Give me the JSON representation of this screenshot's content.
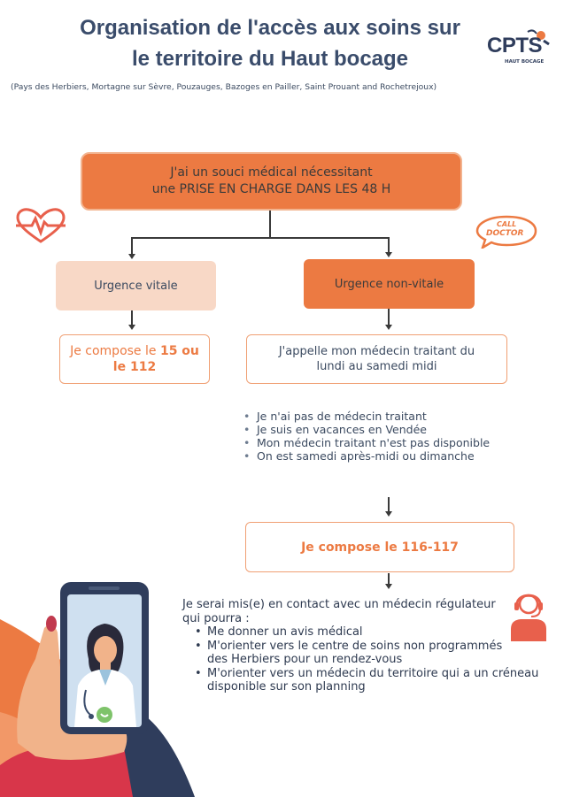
{
  "header": {
    "title_line1": "Organisation de l'accès aux soins sur",
    "title_line2": "le territoire du Haut bocage",
    "subtitle": "(Pays des Herbiers, Mortagne sur Sèvre, Pouzauges, Bazoges en Pailler, Saint Prouant and Rochetrejoux)",
    "logo_text": "CPTS",
    "logo_sub": "HAUT BOCAGE"
  },
  "flow": {
    "main_line1": "J'ai un souci médical nécessitant",
    "main_line2": "une PRISE EN CHARGE DANS LES 48 H",
    "urgence_vitale": "Urgence vitale",
    "urgence_non_vitale": "Urgence non-vitale",
    "compose15_prefix": "Je compose le ",
    "compose15_num": "15 ou",
    "compose15_line2": "le 112",
    "appelle_line1": "J'appelle mon médecin traitant du",
    "appelle_line2": "lundi au samedi midi",
    "reasons": [
      "Je n'ai pas de médecin traitant",
      "Je suis en vacances en Vendée",
      "Mon médecin traitant n'est pas disponible",
      "On est samedi après-midi ou dimanche"
    ],
    "compose116": "Je compose le 116-117",
    "result_intro": "Je serai mis(e) en contact avec un médecin régulateur qui pourra :",
    "result_items": [
      "Me donner un avis médical",
      "M'orienter vers le centre de soins non programmés des Herbiers pour un rendez-vous",
      "M'orienter vers un médecin du territoire qui a un créneau disponible sur son planning"
    ]
  },
  "badges": {
    "call_doctor_line1": "CALL",
    "call_doctor_line2": "DOCTOR"
  },
  "colors": {
    "accent": "#ec7a42",
    "accent_light": "#f8d8c6",
    "title": "#3a4c6b",
    "navy": "#2f3d5c"
  },
  "icons": [
    "heartbeat-icon",
    "call-doctor-icon",
    "operator-headset-icon",
    "phone-doctor-illustration",
    "cpts-logo"
  ]
}
